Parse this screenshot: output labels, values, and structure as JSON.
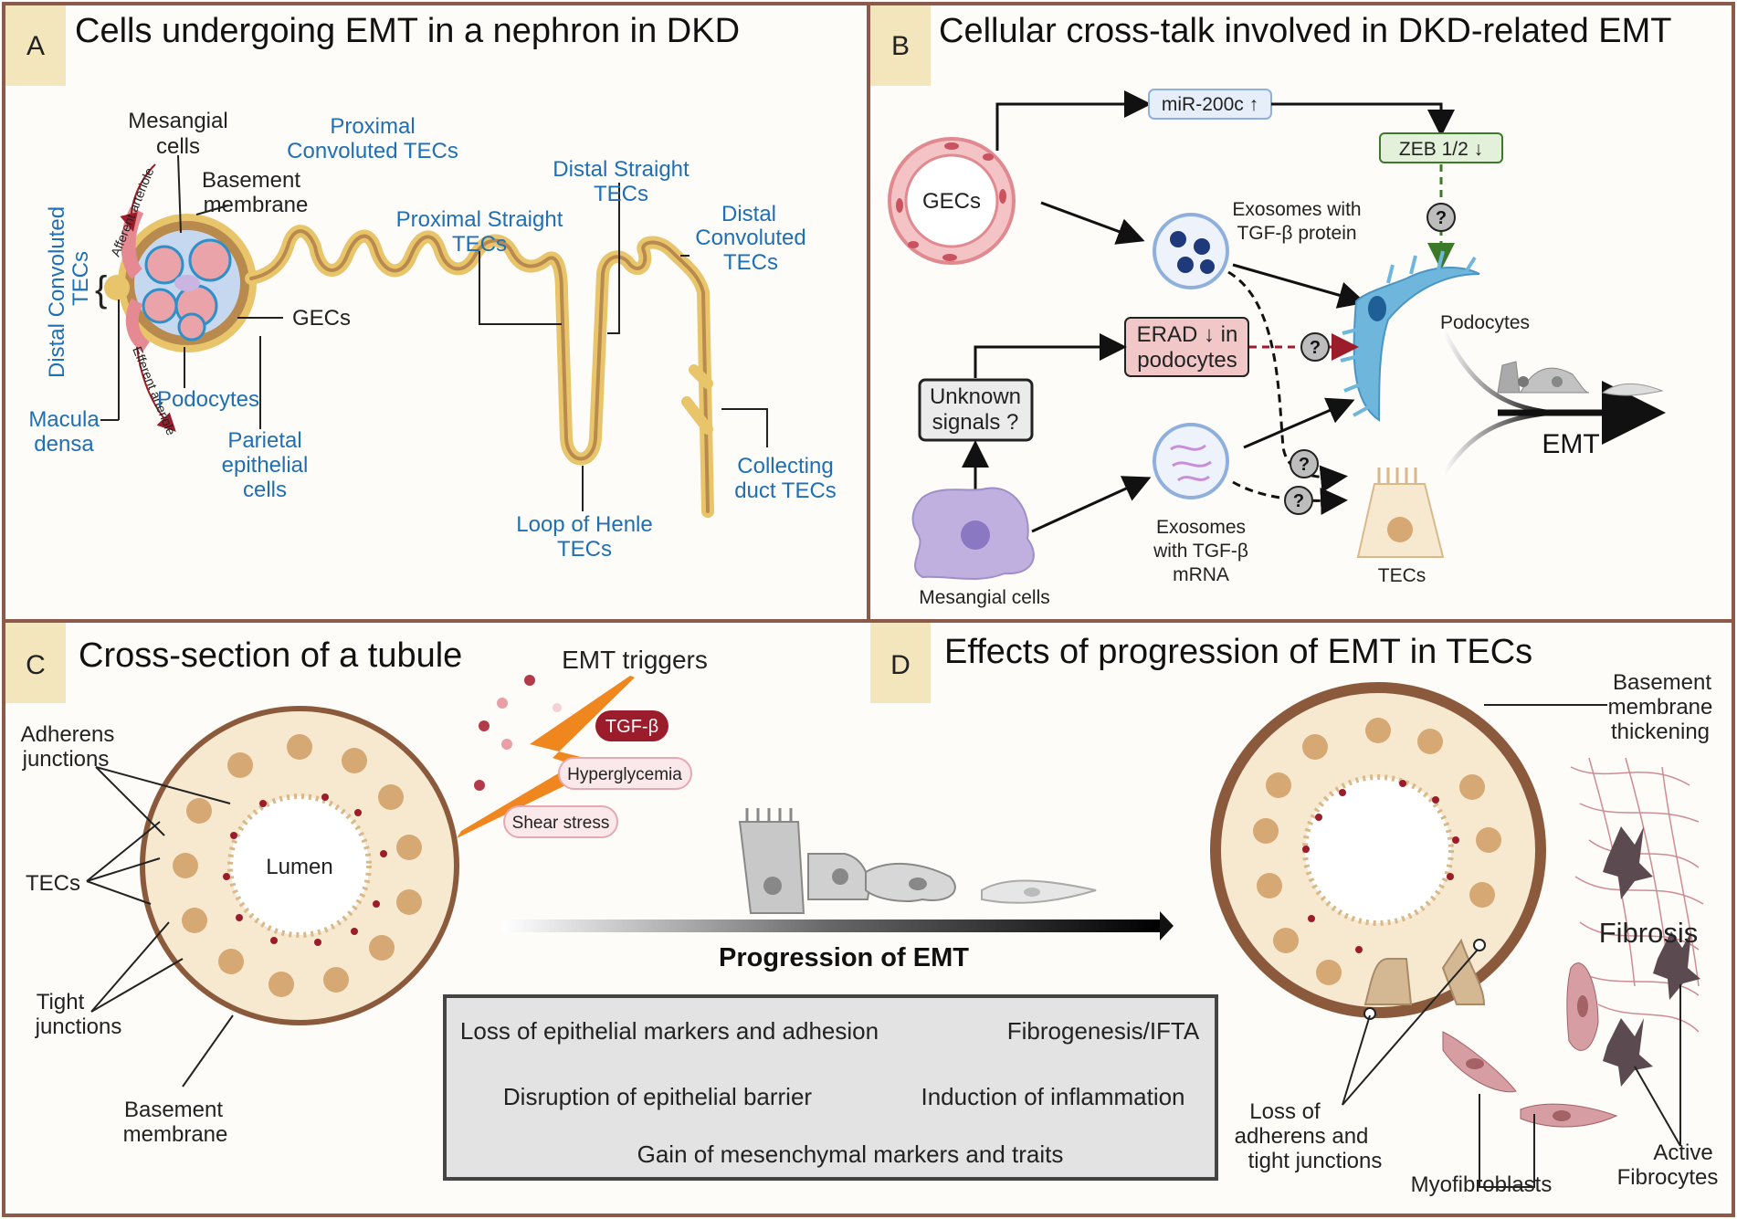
{
  "colors": {
    "panel_border": "#8b5a4a",
    "panel_bg": "#fdfcf8",
    "letter_bg": "#f3e6bd",
    "blue_text": "#1f6fb5",
    "tubule": "#e8c56a",
    "cell_fill": "#f7e9d0",
    "nucleus": "#d6a873",
    "junction": "#9b1c2a",
    "trigger": "#f0861e"
  },
  "panel_a": {
    "letter": "A",
    "title": "Cells undergoing EMT in a nephron in DKD",
    "labels": {
      "mesangial_1": "Mesangial",
      "mesangial_2": "cells",
      "basement_1": "Basement",
      "basement_2": "membrane",
      "proximal_conv_1": "Proximal",
      "proximal_conv_2": "Convoluted TECs",
      "distal_straight_1": "Distal Straight",
      "distal_straight_2": "TECs",
      "proximal_straight_1": "Proximal Straight",
      "proximal_straight_2": "TECs",
      "distal_conv_1": "Distal",
      "distal_conv_2": "Convoluted",
      "distal_conv_3": "TECs",
      "distal_conv_vert_1": "Distal Convoluted",
      "distal_conv_vert_2": "TECs",
      "afferent": "Afferent arteriole",
      "efferent": "Efferent arteriole",
      "gecs": "GECs",
      "podocytes": "Podocytes",
      "parietal_1": "Parietal",
      "parietal_2": "epithelial",
      "parietal_3": "cells",
      "macula_1": "Macula",
      "macula_2": "densa",
      "loop_1": "Loop of Henle",
      "loop_2": "TECs",
      "collecting_1": "Collecting",
      "collecting_2": "duct TECs"
    }
  },
  "panel_b": {
    "letter": "B",
    "title": "Cellular cross-talk involved in DKD-related EMT",
    "labels": {
      "mir": "miR-200c ↑",
      "zeb": "ZEB 1/2 ↓",
      "gecs": "GECs",
      "exo_protein_1": "Exosomes with",
      "exo_protein_2": "TGF-β protein",
      "podocytes": "Podocytes",
      "erad_1": "ERAD ↓ in",
      "erad_2": "podocytes",
      "unknown_1": "Unknown",
      "unknown_2": "signals ?",
      "emt": "EMT",
      "exo_mrna_1": "Exosomes",
      "exo_mrna_2": "with TGF-β",
      "exo_mrna_3": "mRNA",
      "mesangial": "Mesangial cells",
      "tecs": "TECs",
      "question": "?"
    }
  },
  "panel_c": {
    "letter": "C",
    "title": "Cross-section of a tubule",
    "labels": {
      "adherens_1": "Adherens",
      "adherens_2": "junctions",
      "tecs": "TECs",
      "tight_1": "Tight",
      "tight_2": "junctions",
      "basement_1": "Basement",
      "basement_2": "membrane",
      "lumen": "Lumen",
      "triggers_title": "EMT triggers",
      "trigger_tgf": "TGF-β",
      "trigger_hyper": "Hyperglycemia",
      "trigger_shear": "Shear stress"
    }
  },
  "panel_d": {
    "letter": "D",
    "title": "Effects of  progression of EMT in TECs",
    "labels": {
      "progression": "Progression of EMT",
      "basement_1": "Basement",
      "basement_2": "membrane",
      "basement_3": "thickening",
      "fibrosis": "Fibrosis",
      "loss_1": "Loss of",
      "loss_2": "adherens and",
      "loss_3": "tight junctions",
      "myofibroblasts": "Myofibroblasts",
      "active_1": "Active",
      "active_2": "Fibrocytes"
    },
    "effects": {
      "loss_markers": "Loss of epithelial markers and adhesion",
      "fibrogenesis": "Fibrogenesis/IFTA",
      "disruption": "Disruption of epithelial barrier",
      "inflammation": "Induction of inflammation",
      "gain": "Gain of mesenchymal markers and traits"
    }
  }
}
